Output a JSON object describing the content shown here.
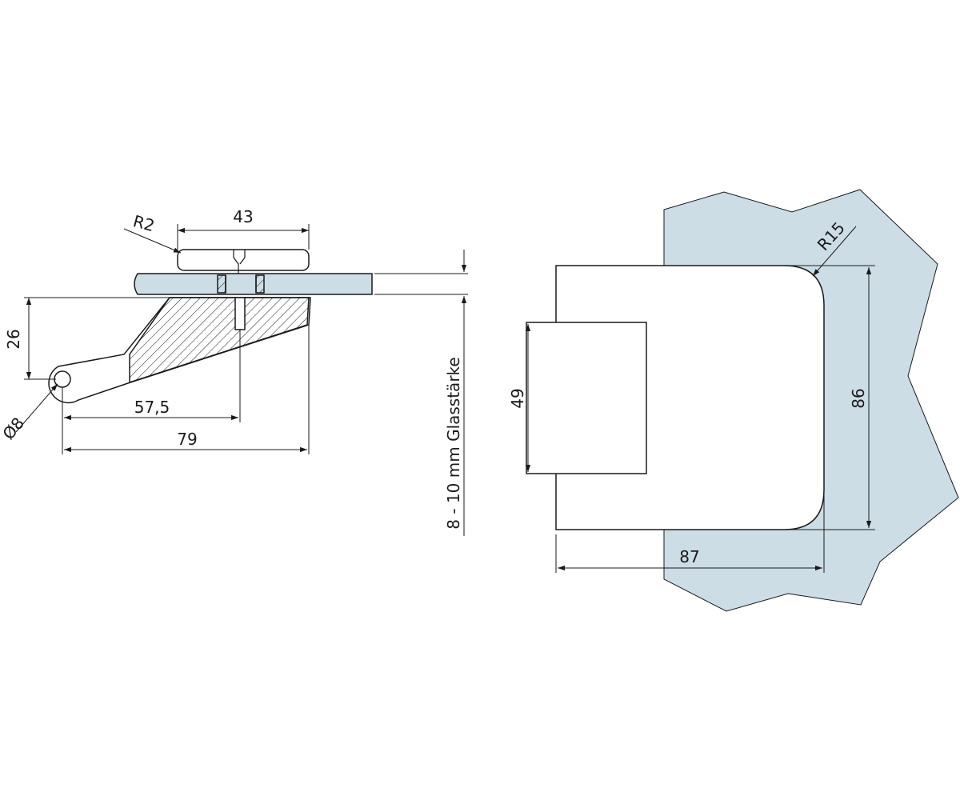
{
  "colors": {
    "line": "#1a1a1a",
    "glass": "#ccdde6",
    "background": "#ffffff"
  },
  "side_view": {
    "dim_width_top": "43",
    "dim_radius_small": "R2",
    "dim_height": "26",
    "dim_bore": "Ø8",
    "dim_axis_to_screw": "57,5",
    "dim_total_length": "79",
    "glass_thickness_label": "8 - 10 mm Glasstärke"
  },
  "front_view": {
    "dim_radius_large": "R15",
    "dim_height_total": "86",
    "dim_cutout_height": "49",
    "dim_width_total": "87"
  }
}
